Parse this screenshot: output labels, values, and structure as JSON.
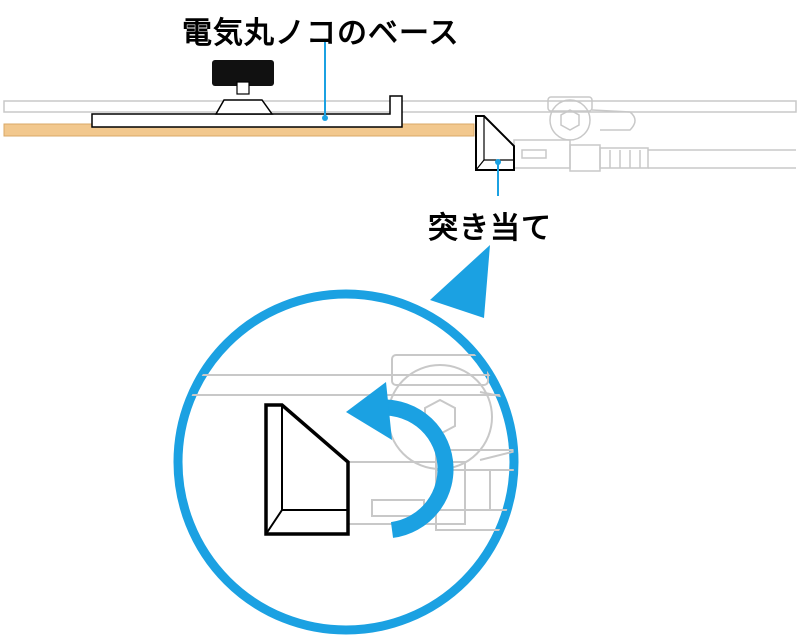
{
  "labels": {
    "saw_base": "電気丸ノコのベース",
    "stopper": "突き当て"
  },
  "colors": {
    "accent": "#1ba1e2",
    "wood": "#f2c88e",
    "ghost_line": "#c8c8c8",
    "outline": "#000000"
  },
  "icons": {
    "rotate": "curved-arrow-counterclockwise"
  }
}
